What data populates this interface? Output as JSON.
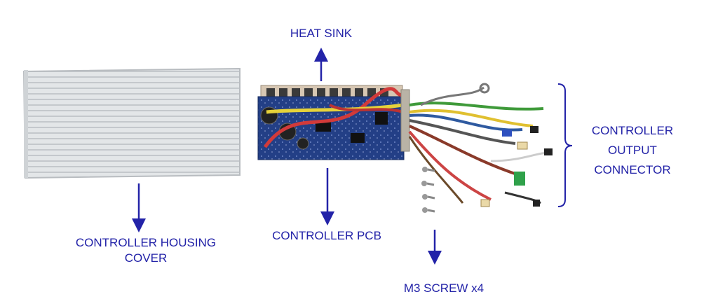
{
  "labels": {
    "heat_sink": "HEAT SINK",
    "housing_line1": "CONTROLLER HOUSING",
    "housing_line2": "COVER",
    "pcb": "CONTROLLER PCB",
    "screw": "M3 SCREW x4",
    "output_line1": "CONTROLLER",
    "output_line2": "OUTPUT",
    "output_line3": "CONNECTOR"
  },
  "colors": {
    "label": "#2323a8",
    "arrow": "#2323a8",
    "pcb": "#1e3a7a",
    "housing": "#d9dcdf"
  }
}
